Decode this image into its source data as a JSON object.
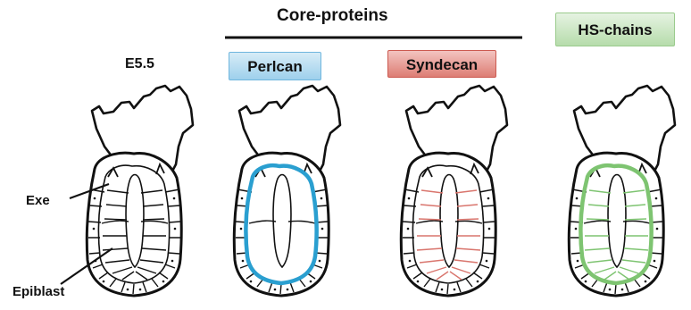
{
  "header": {
    "title": "Core-proteins"
  },
  "stages": [
    {
      "label": "E5.5",
      "marker": "",
      "accent": ""
    },
    {
      "label": "Perlcan",
      "marker": "basement-membrane",
      "accent": "#2a9fd0"
    },
    {
      "label": "Syndecan",
      "marker": "cell-junctions",
      "accent": "#d9756d"
    },
    {
      "label": "HS-chains",
      "marker": "membrane-and-junctions",
      "accent": "#7ec471"
    }
  ],
  "annotations": {
    "exe": "Exe",
    "epiblast": "Epiblast"
  },
  "colors": {
    "line": "#111111",
    "perlcan": "#2a9fd0",
    "syndecan": "#d9756d",
    "hs_chains": "#7ec471"
  }
}
